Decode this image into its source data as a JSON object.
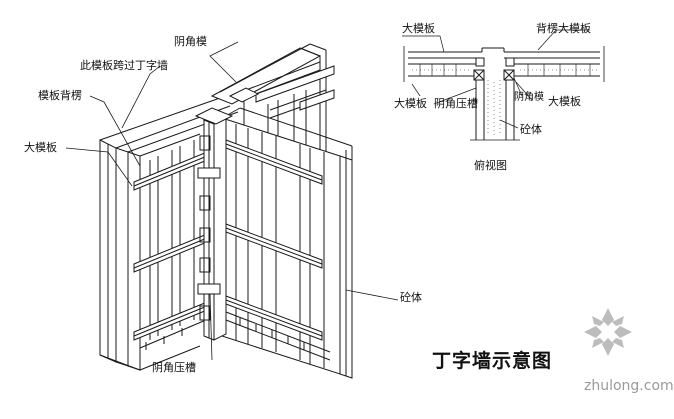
{
  "labels": {
    "main_view": {
      "inner_corner_formwork": "阴角模",
      "span_tee_wall": "此模板跨过丁字墙",
      "formwork_back_rib": "模板背楞",
      "large_formwork": "大模板",
      "concrete": "砼体",
      "inner_corner_press_slot": "阴角压槽"
    },
    "plan_view": {
      "large_formwork_top_left": "大模板",
      "back_rib_large_formwork": "背楞大模板",
      "large_formwork_bottom_left": "大模板",
      "inner_corner_press_slot": "阴角压槽",
      "inner_corner_formwork": "阴角模",
      "large_formwork_right": "大模板",
      "concrete": "砼体",
      "caption": "俯视图"
    }
  },
  "title": "丁字墙示意图",
  "watermark": {
    "text": "zhulong.com",
    "logo": "zhulong-logo"
  }
}
